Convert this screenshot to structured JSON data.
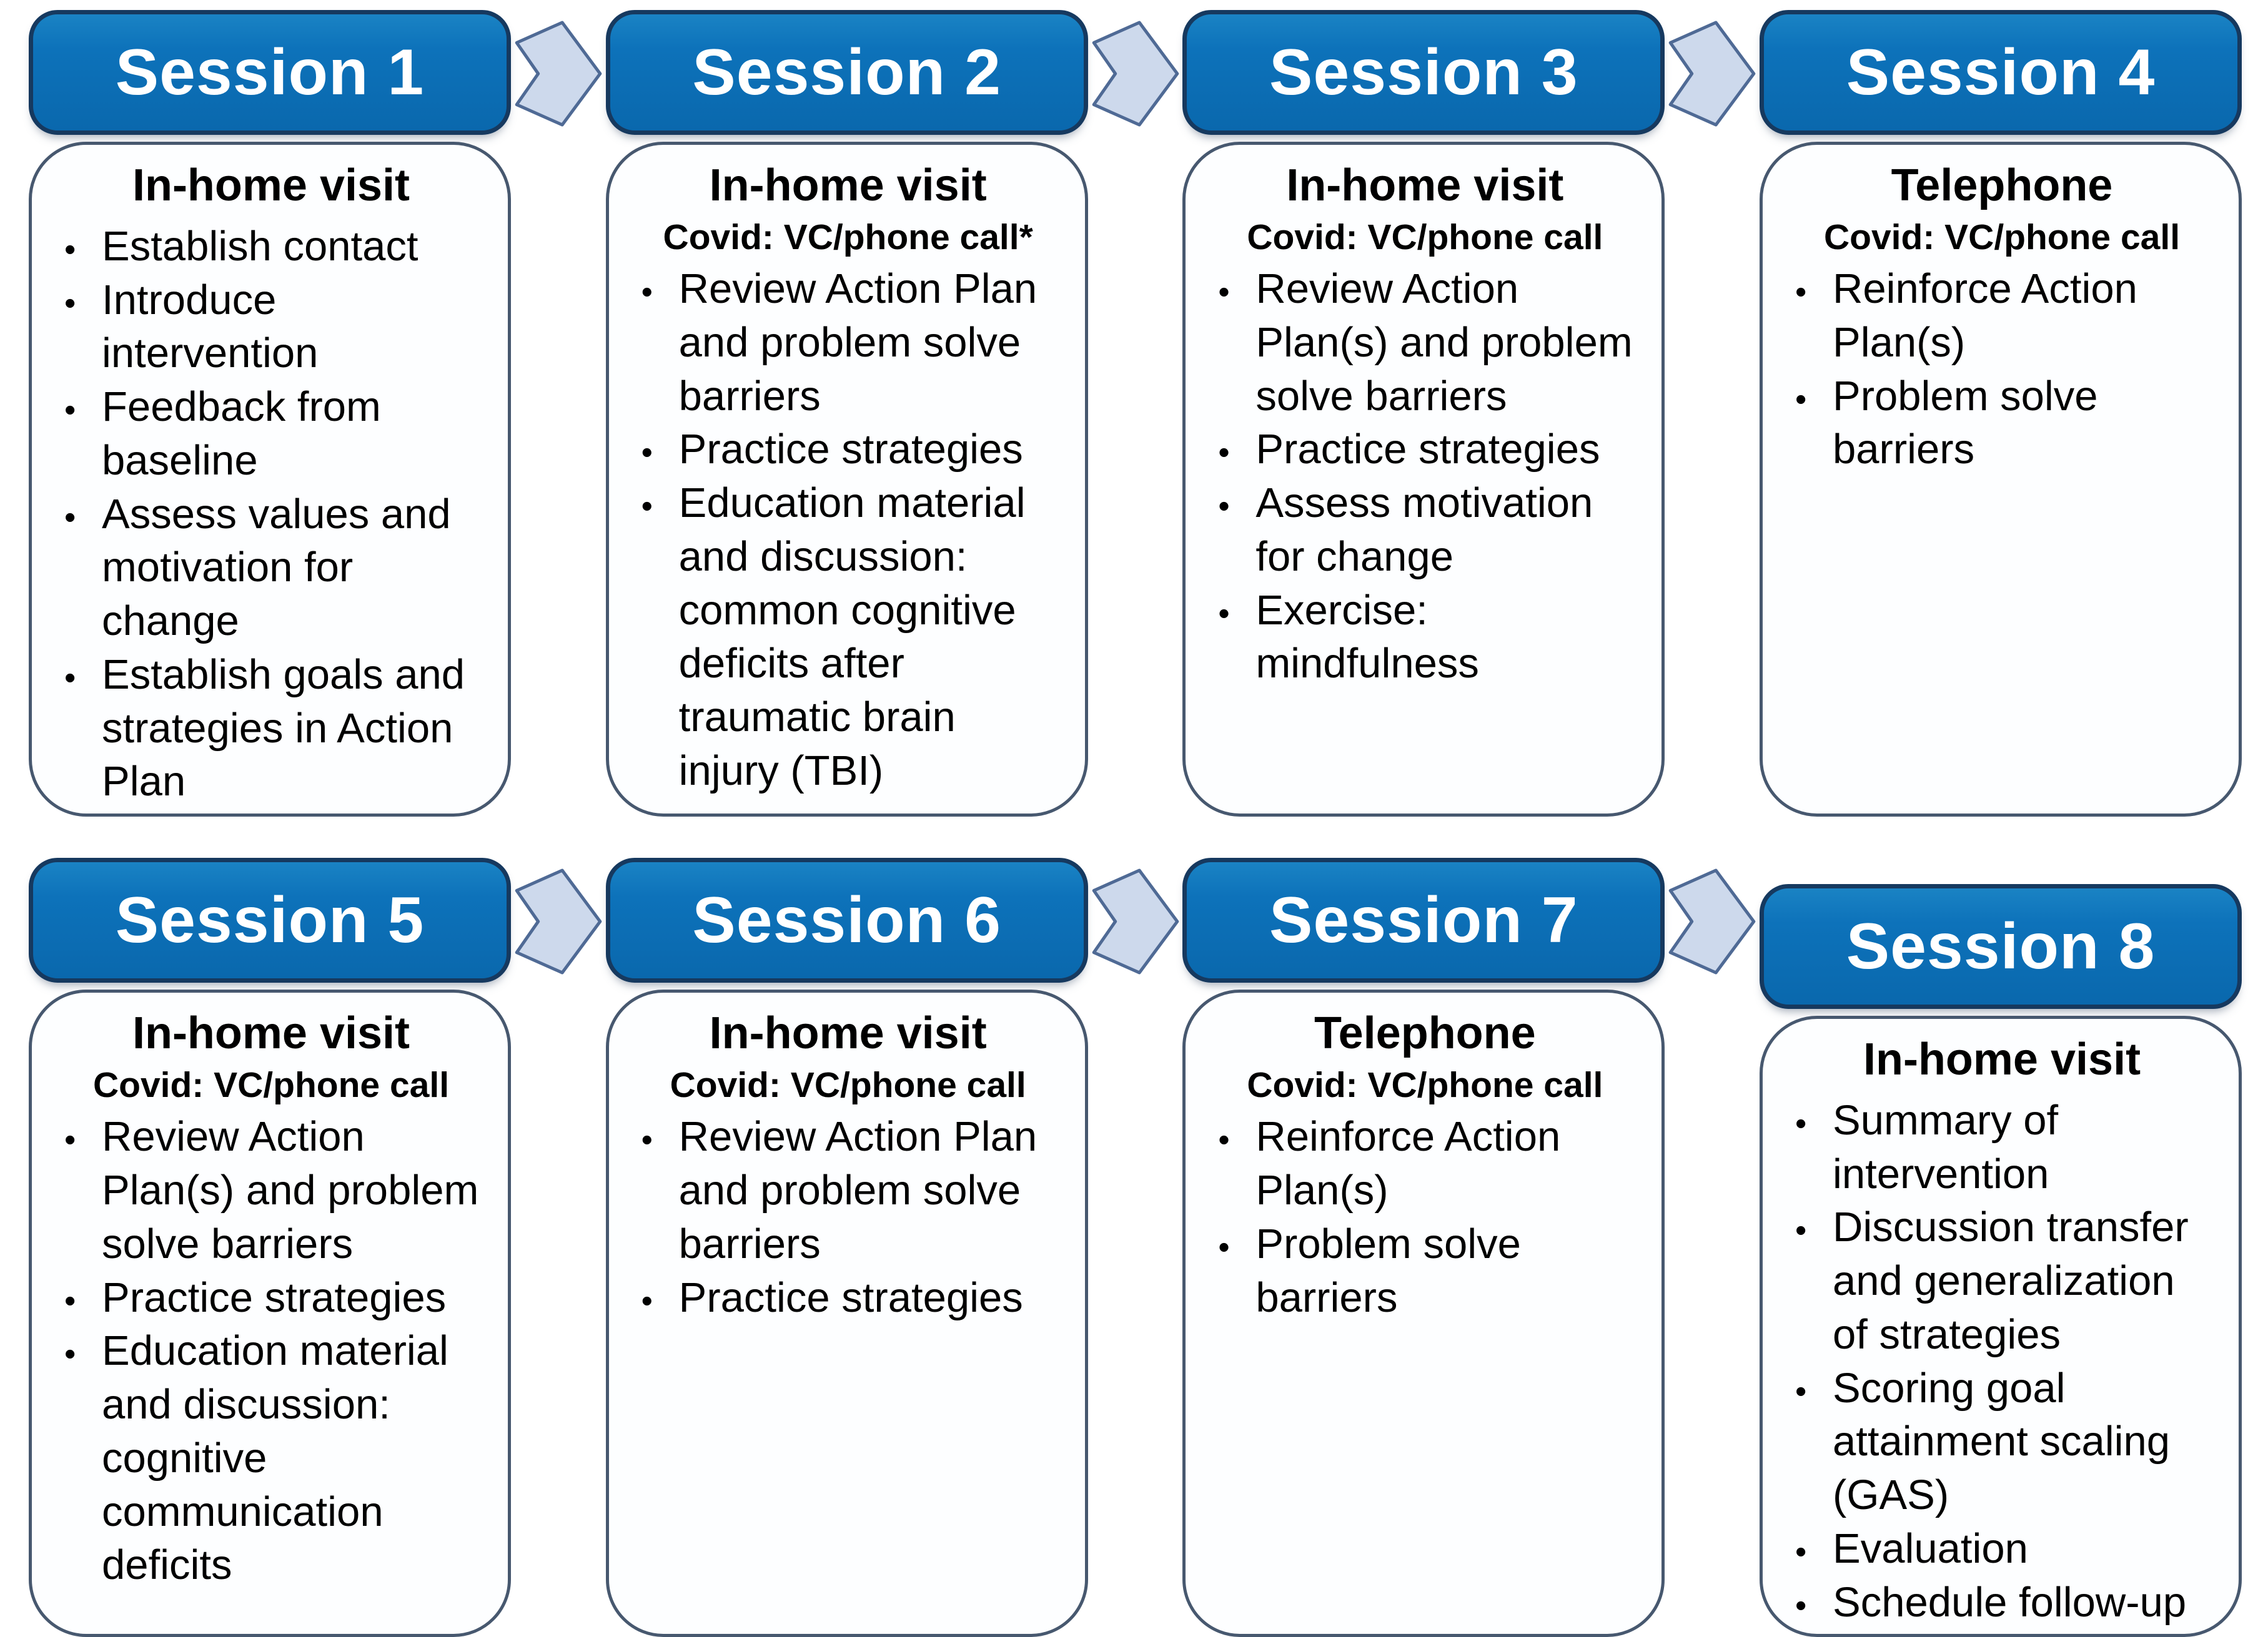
{
  "figure": {
    "type": "session-flow-diagram",
    "rows": 2,
    "columns": 4,
    "arrow_icon": "right-arrow-icon"
  },
  "colors": {
    "header_fill": "#0d72ba",
    "header_border": "#16395f",
    "header_text": "#ffffff",
    "box_border": "#47586f",
    "box_fill": "#fdfeff",
    "body_text": "#000000",
    "arrow_fill": "#cdd9ec",
    "arrow_border": "#4f6a95",
    "background": "#ffffff"
  },
  "sessions": [
    {
      "title": "Session 1",
      "mode": "In-home visit",
      "covid": "",
      "bullets": [
        "Establish contact",
        "Introduce intervention",
        "Feedback from baseline",
        "Assess values and motivation for change",
        "Establish goals and strategies in Action Plan"
      ]
    },
    {
      "title": "Session 2",
      "mode": "In-home visit",
      "covid": "Covid: VC/phone call*",
      "bullets": [
        "Review Action Plan and problem solve barriers",
        "Practice strategies",
        "Education material and discussion: common cognitive deficits after traumatic brain injury (TBI)"
      ]
    },
    {
      "title": "Session 3",
      "mode": "In-home visit",
      "covid": "Covid: VC/phone call",
      "bullets": [
        "Review Action Plan(s) and problem solve barriers",
        "Practice strategies",
        "Assess motivation for change",
        "Exercise: mindfulness"
      ]
    },
    {
      "title": "Session 4",
      "mode": "Telephone",
      "covid": "Covid: VC/phone call",
      "bullets": [
        "Reinforce Action Plan(s)",
        "Problem solve barriers"
      ]
    },
    {
      "title": "Session 5",
      "mode": "In-home visit",
      "covid": "Covid: VC/phone call",
      "bullets": [
        "Review Action Plan(s) and problem solve barriers",
        "Practice strategies",
        "Education material and discussion: cognitive communication deficits"
      ]
    },
    {
      "title": "Session 6",
      "mode": "In-home visit",
      "covid": "Covid: VC/phone call",
      "bullets": [
        "Review Action Plan and problem solve barriers",
        "Practice strategies"
      ]
    },
    {
      "title": "Session 7",
      "mode": "Telephone",
      "covid": "Covid: VC/phone call",
      "bullets": [
        "Reinforce Action Plan(s)",
        "Problem solve barriers"
      ]
    },
    {
      "title": "Session 8",
      "mode": "In-home visit",
      "covid": "",
      "bullets": [
        "Summary of intervention",
        "Discussion transfer and generalization of strategies",
        "Scoring goal attainment scaling (GAS)",
        "Evaluation",
        "Schedule follow-up"
      ]
    }
  ]
}
